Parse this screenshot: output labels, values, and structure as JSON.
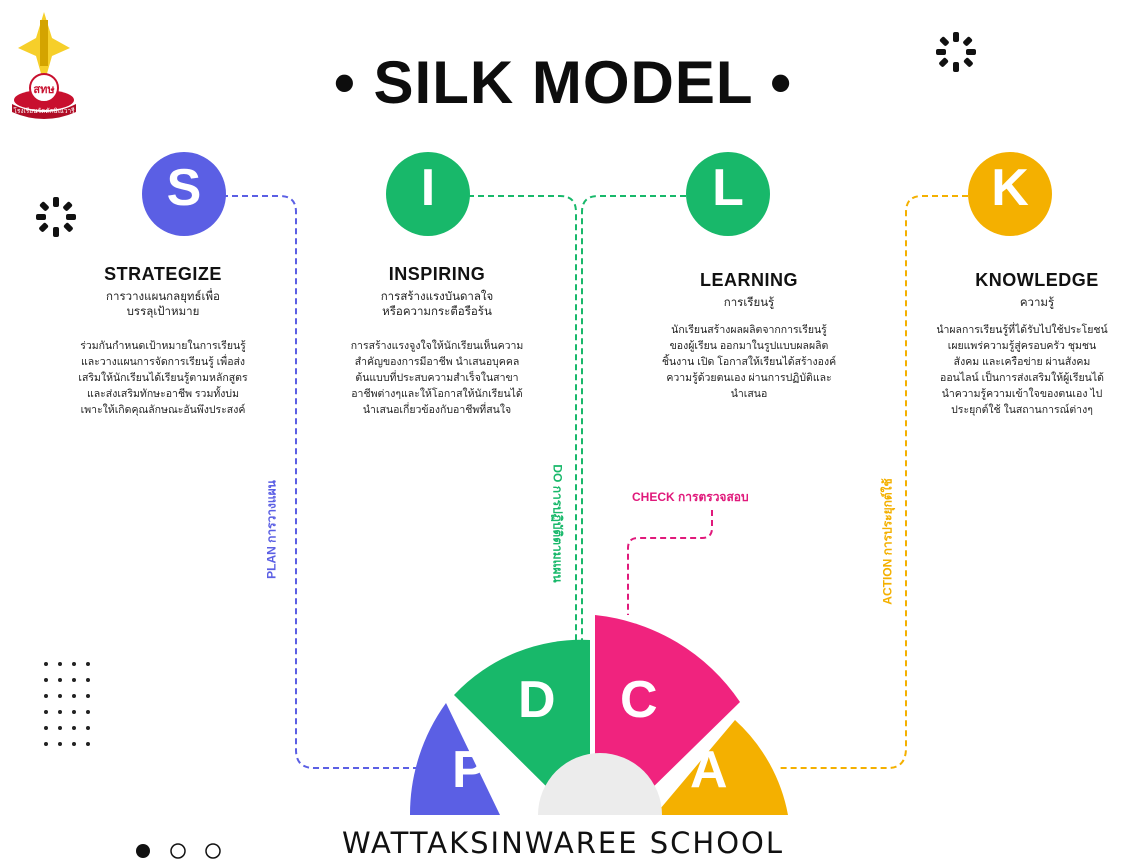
{
  "title": "• SILK MODEL •",
  "logo_text": "สทษ",
  "logo_banner": "โรงเรียนวัดตักษิณวารี",
  "circles": [
    {
      "letter": "S",
      "color": "#5b5fe4"
    },
    {
      "letter": "I",
      "color": "#18b86a"
    },
    {
      "letter": "L",
      "color": "#18b86a"
    },
    {
      "letter": "K",
      "color": "#f4b000"
    }
  ],
  "columns": [
    {
      "heading": "STRATEGIZE",
      "subtitle": "การวางแผนกลยุทธ์เพื่อ\nบรรลุเป้าหมาย",
      "body": "ร่วมกันกำหนดเป้าหมายในการเรียนรู้\nและวางแผนการจัดการเรียนรู้ เพื่อส่ง\nเสริมให้นักเรียนได้เรียนรู้ตามหลักสูตร\nและส่งเสริมทักษะอาชีพ รวมทั้งบ่ม\nเพาะให้เกิดคุณลักษณะอันพึงประสงค์"
    },
    {
      "heading": "INSPIRING",
      "subtitle": "การสร้างแรงบันดาลใจ\nหรือความกระตือรือร้น",
      "body": "การสร้างแรงจูงใจให้นักเรียนเห็นความ\nสำคัญของการมีอาชีพ นำเสนอบุคคล\nต้นแบบที่ประสบความสำเร็จในสาขา\nอาชีพต่างๆและให้โอกาสให้นักเรียนได้\nนำเสนอเกี่ยวข้องกับอาชีพที่สนใจ"
    },
    {
      "heading": "LEARNING",
      "subtitle": "การเรียนรู้",
      "body": "นักเรียนสร้างผลผลิตจากการเรียนรู้\nของผู้เรียน ออกมาในรูปแบบผลผลิต\nชิ้นงาน เปิด โอกาสให้เรียนได้สร้างองค์\nความรู้ด้วยตนเอง ผ่านการปฏิบัติและ\nนำเสนอ"
    },
    {
      "heading": "KNOWLEDGE",
      "subtitle": "ความรู้",
      "body": "นำผลการเรียนรู้ที่ได้รับไปใช้ประโยชน์\nเผยแพร่ความรู้สู่ครอบครัว ชุมชน\nสังคม และเครือข่าย ผ่านสังคม\nออนไลน์ เป็นการส่งเสริมให้ผู้เรียนได้\nนำความรู้ความเข้าใจของตนเอง ไป\nประยุกต์ใช้ ในสถานการณ์ต่างๆ"
    }
  ],
  "pdca": {
    "plan_label": "PLAN การวางแผน",
    "do_label": "DO การปฏิบัติตามแผน",
    "check_label": "CHECK การตรวจสอบ",
    "action_label": "ACTION การประยุกต์ใช้",
    "segments": [
      {
        "letter": "P",
        "color": "#5b5fe4"
      },
      {
        "letter": "D",
        "color": "#18b86a"
      },
      {
        "letter": "C",
        "color": "#f0237e"
      },
      {
        "letter": "A",
        "color": "#f4b000"
      }
    ]
  },
  "colors": {
    "plan": "#5b5fe4",
    "do": "#18b86a",
    "check": "#e0197b",
    "action": "#f4b000"
  },
  "footer": "WATTAKSINWAREE  SCHOOL"
}
